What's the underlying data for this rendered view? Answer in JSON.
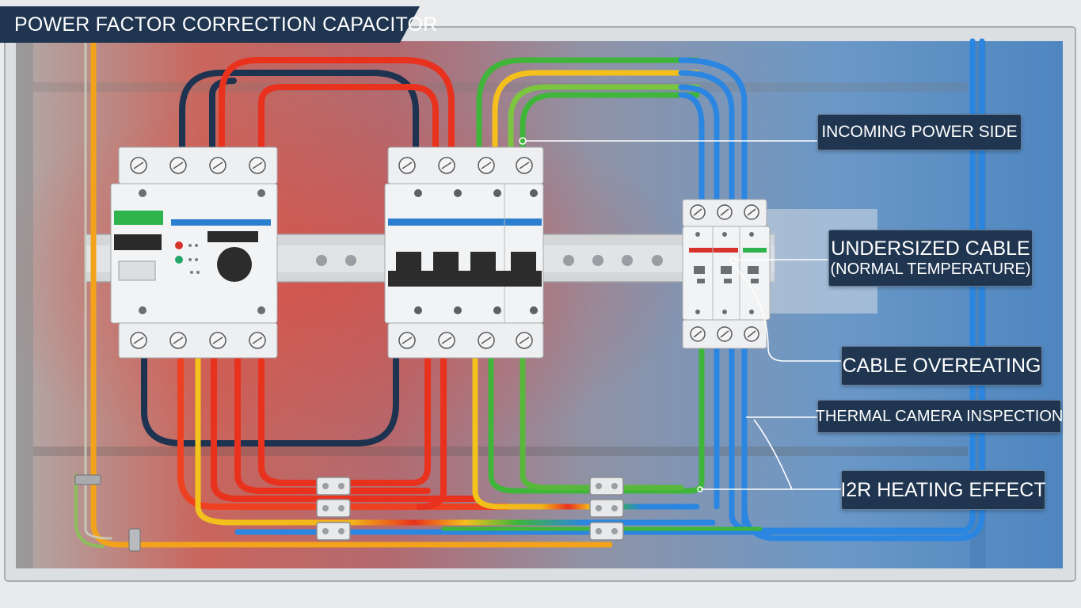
{
  "title": "POWER FACTOR CORRECTION CAPACITOR",
  "labels": {
    "incoming": "INCOMING POWER SIDE",
    "undersized_line1": "UNDERSIZED CABLE",
    "undersized_line2": "(NORMAL TEMPERATURE)",
    "overheating": "CABLE OVEREATING",
    "thermal": "THERMAL CAMERA INSPECTION",
    "i2r": "I2R HEATING EFFECT"
  },
  "colors": {
    "hot": "#e8321e",
    "warm": "#f7b515",
    "cool_green": "#3fb53a",
    "cold_blue": "#2a86e0",
    "neutral_wire": "#1e3350",
    "label_bg": "#1f3550",
    "panel_warm": "#c9655c",
    "panel_cold": "#4e86c0"
  }
}
